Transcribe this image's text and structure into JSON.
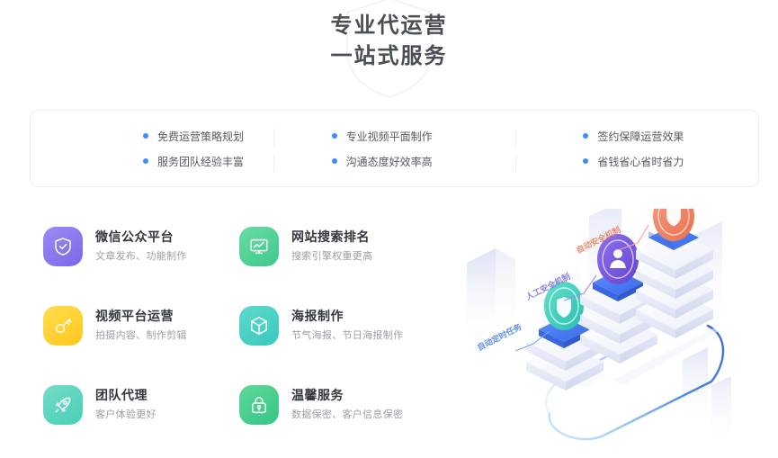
{
  "header": {
    "title_line1": "专业代运营",
    "title_line2": "一站式服务",
    "watermark_icon": "shield-outline-icon"
  },
  "feature_box": {
    "columns": [
      {
        "items": [
          "免费运营策略规划",
          "服务团队经验丰富"
        ]
      },
      {
        "items": [
          "专业视频平面制作",
          "沟通态度好效率高"
        ]
      },
      {
        "items": [
          "签约保障运营效果",
          "省钱省心省时省力"
        ]
      }
    ],
    "bullet_color": "#3d8bff",
    "border_color": "#efefef"
  },
  "services": {
    "left_column": [
      {
        "title": "微信公众平台",
        "subtitle": "文章发布、功能制作",
        "icon": "shield-check-icon",
        "color_from": "#9a8cf5",
        "color_to": "#7b67e8"
      },
      {
        "title": "视频平台运营",
        "subtitle": "拍摄内容、制作剪辑",
        "icon": "key-icon",
        "color_from": "#ffdf4d",
        "color_to": "#ffc61e"
      },
      {
        "title": "团队代理",
        "subtitle": "客户体验更好",
        "icon": "rocket-icon",
        "color_from": "#74dcc8",
        "color_to": "#49cfb7"
      }
    ],
    "right_column": [
      {
        "title": "网站搜索排名",
        "subtitle": "搜索引擎权重更高",
        "icon": "monitor-chart-icon",
        "color_from": "#68dca3",
        "color_to": "#3ec98a"
      },
      {
        "title": "海报制作",
        "subtitle": "节气海报、节日海报制作",
        "icon": "cube-icon",
        "color_from": "#5fd9cd",
        "color_to": "#37c9bc"
      },
      {
        "title": "温馨服务",
        "subtitle": "数据保密、客户信息保密",
        "icon": "lock-icon",
        "color_from": "#5fd89a",
        "color_to": "#35c583"
      }
    ]
  },
  "illustration": {
    "labels": [
      {
        "text": "自动定时任务",
        "color": "#5b8ff0"
      },
      {
        "text": "人工安全机制",
        "color": "#8f7de8"
      },
      {
        "text": "自动安全机制",
        "color": "#ec8a72"
      }
    ],
    "badges": [
      {
        "icon": "shield-icon",
        "color": "#3ecfc0"
      },
      {
        "icon": "user-icon",
        "color": "#7b5fe0"
      },
      {
        "icon": "shield-icon",
        "color": "#ef8368"
      }
    ]
  }
}
